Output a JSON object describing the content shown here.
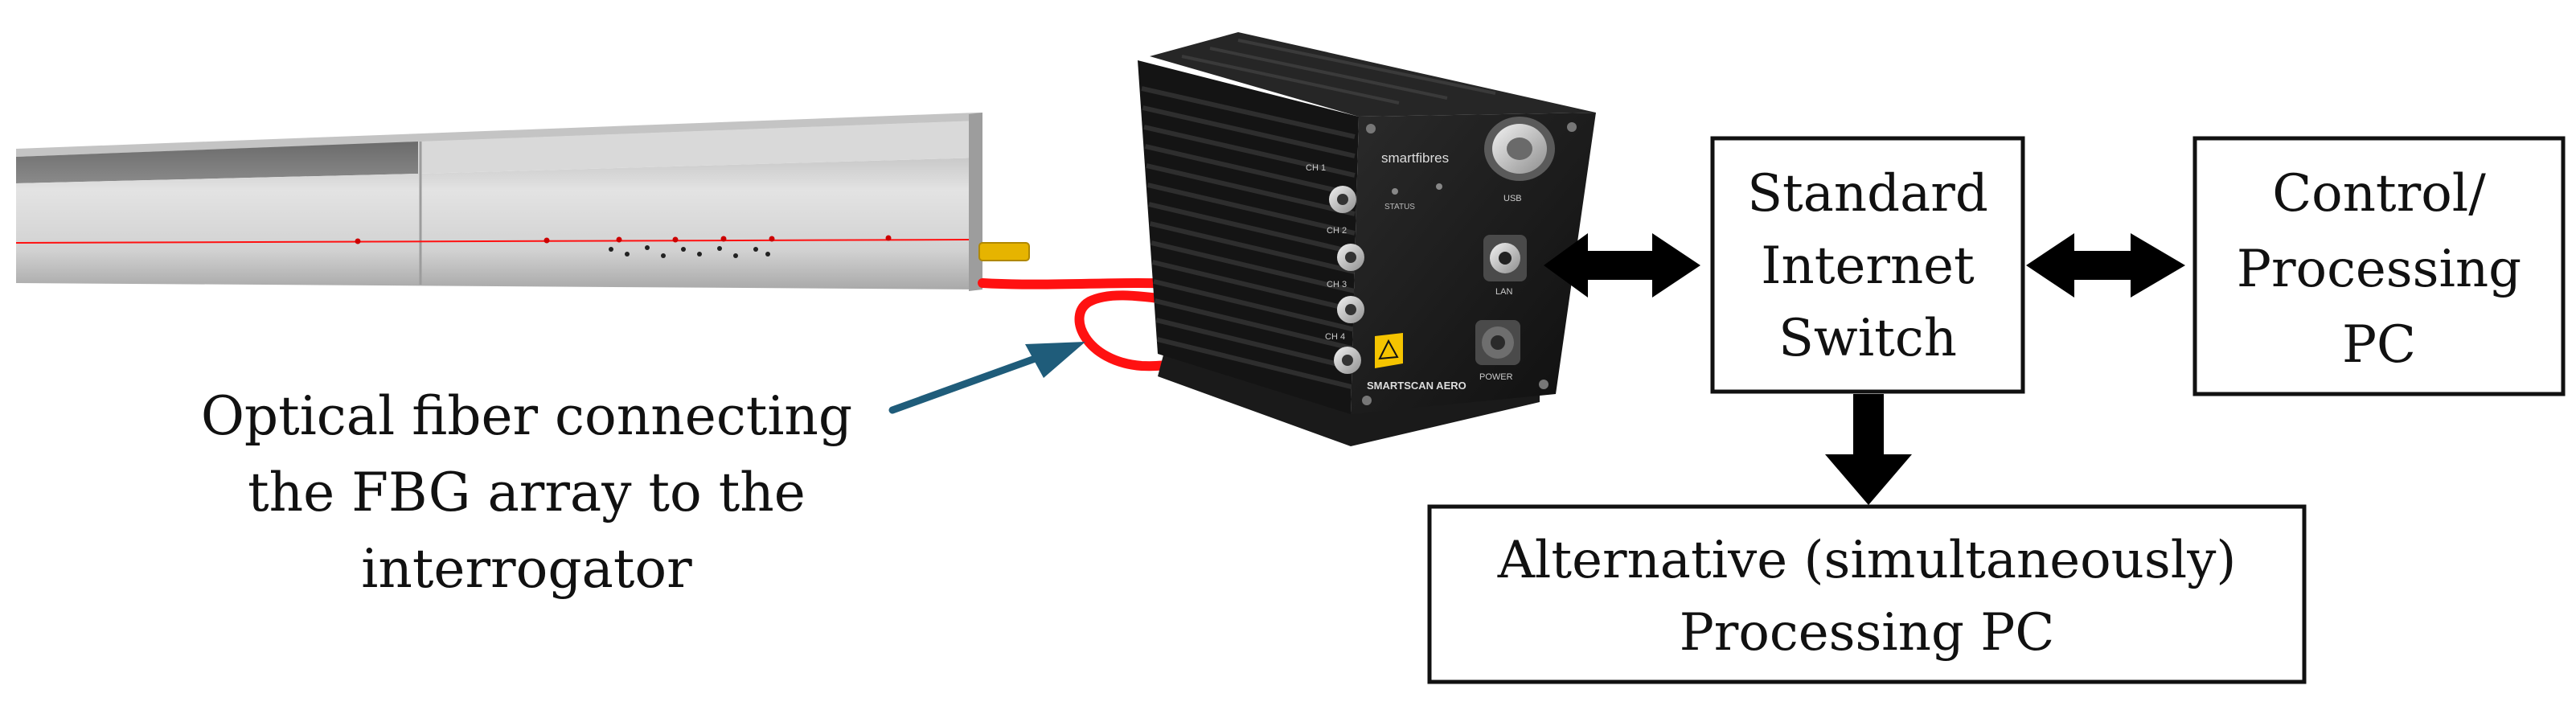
{
  "diagram": {
    "colors": {
      "fiber": "#ff1111",
      "callout_arrow": "#1f5c7a",
      "box_border": "#111111",
      "arrow": "#000000",
      "beam_light": "#d7d7d7",
      "beam_dark": "#7b7b7b",
      "device_body": "#1b1b1b"
    },
    "caption": {
      "lines": [
        "Optical fiber connecting",
        "the FBG array to the",
        "interrogator"
      ]
    },
    "device": {
      "brand": "smartfibres",
      "model": "SMARTSCAN AERO",
      "ports": [
        "CH 1",
        "CH 2",
        "CH 3",
        "CH 4"
      ],
      "lan_label": "LAN",
      "power_label": "POWER",
      "status_label": "STATUS",
      "usb_label": "USB"
    },
    "boxes": {
      "switch": {
        "lines": [
          "Standard",
          "Internet",
          "Switch"
        ]
      },
      "control_pc": {
        "lines": [
          "Control/",
          "Processing",
          "PC"
        ]
      },
      "alt_pc": {
        "lines": [
          "Alternative (simultaneously)",
          "Processing PC"
        ]
      }
    }
  }
}
